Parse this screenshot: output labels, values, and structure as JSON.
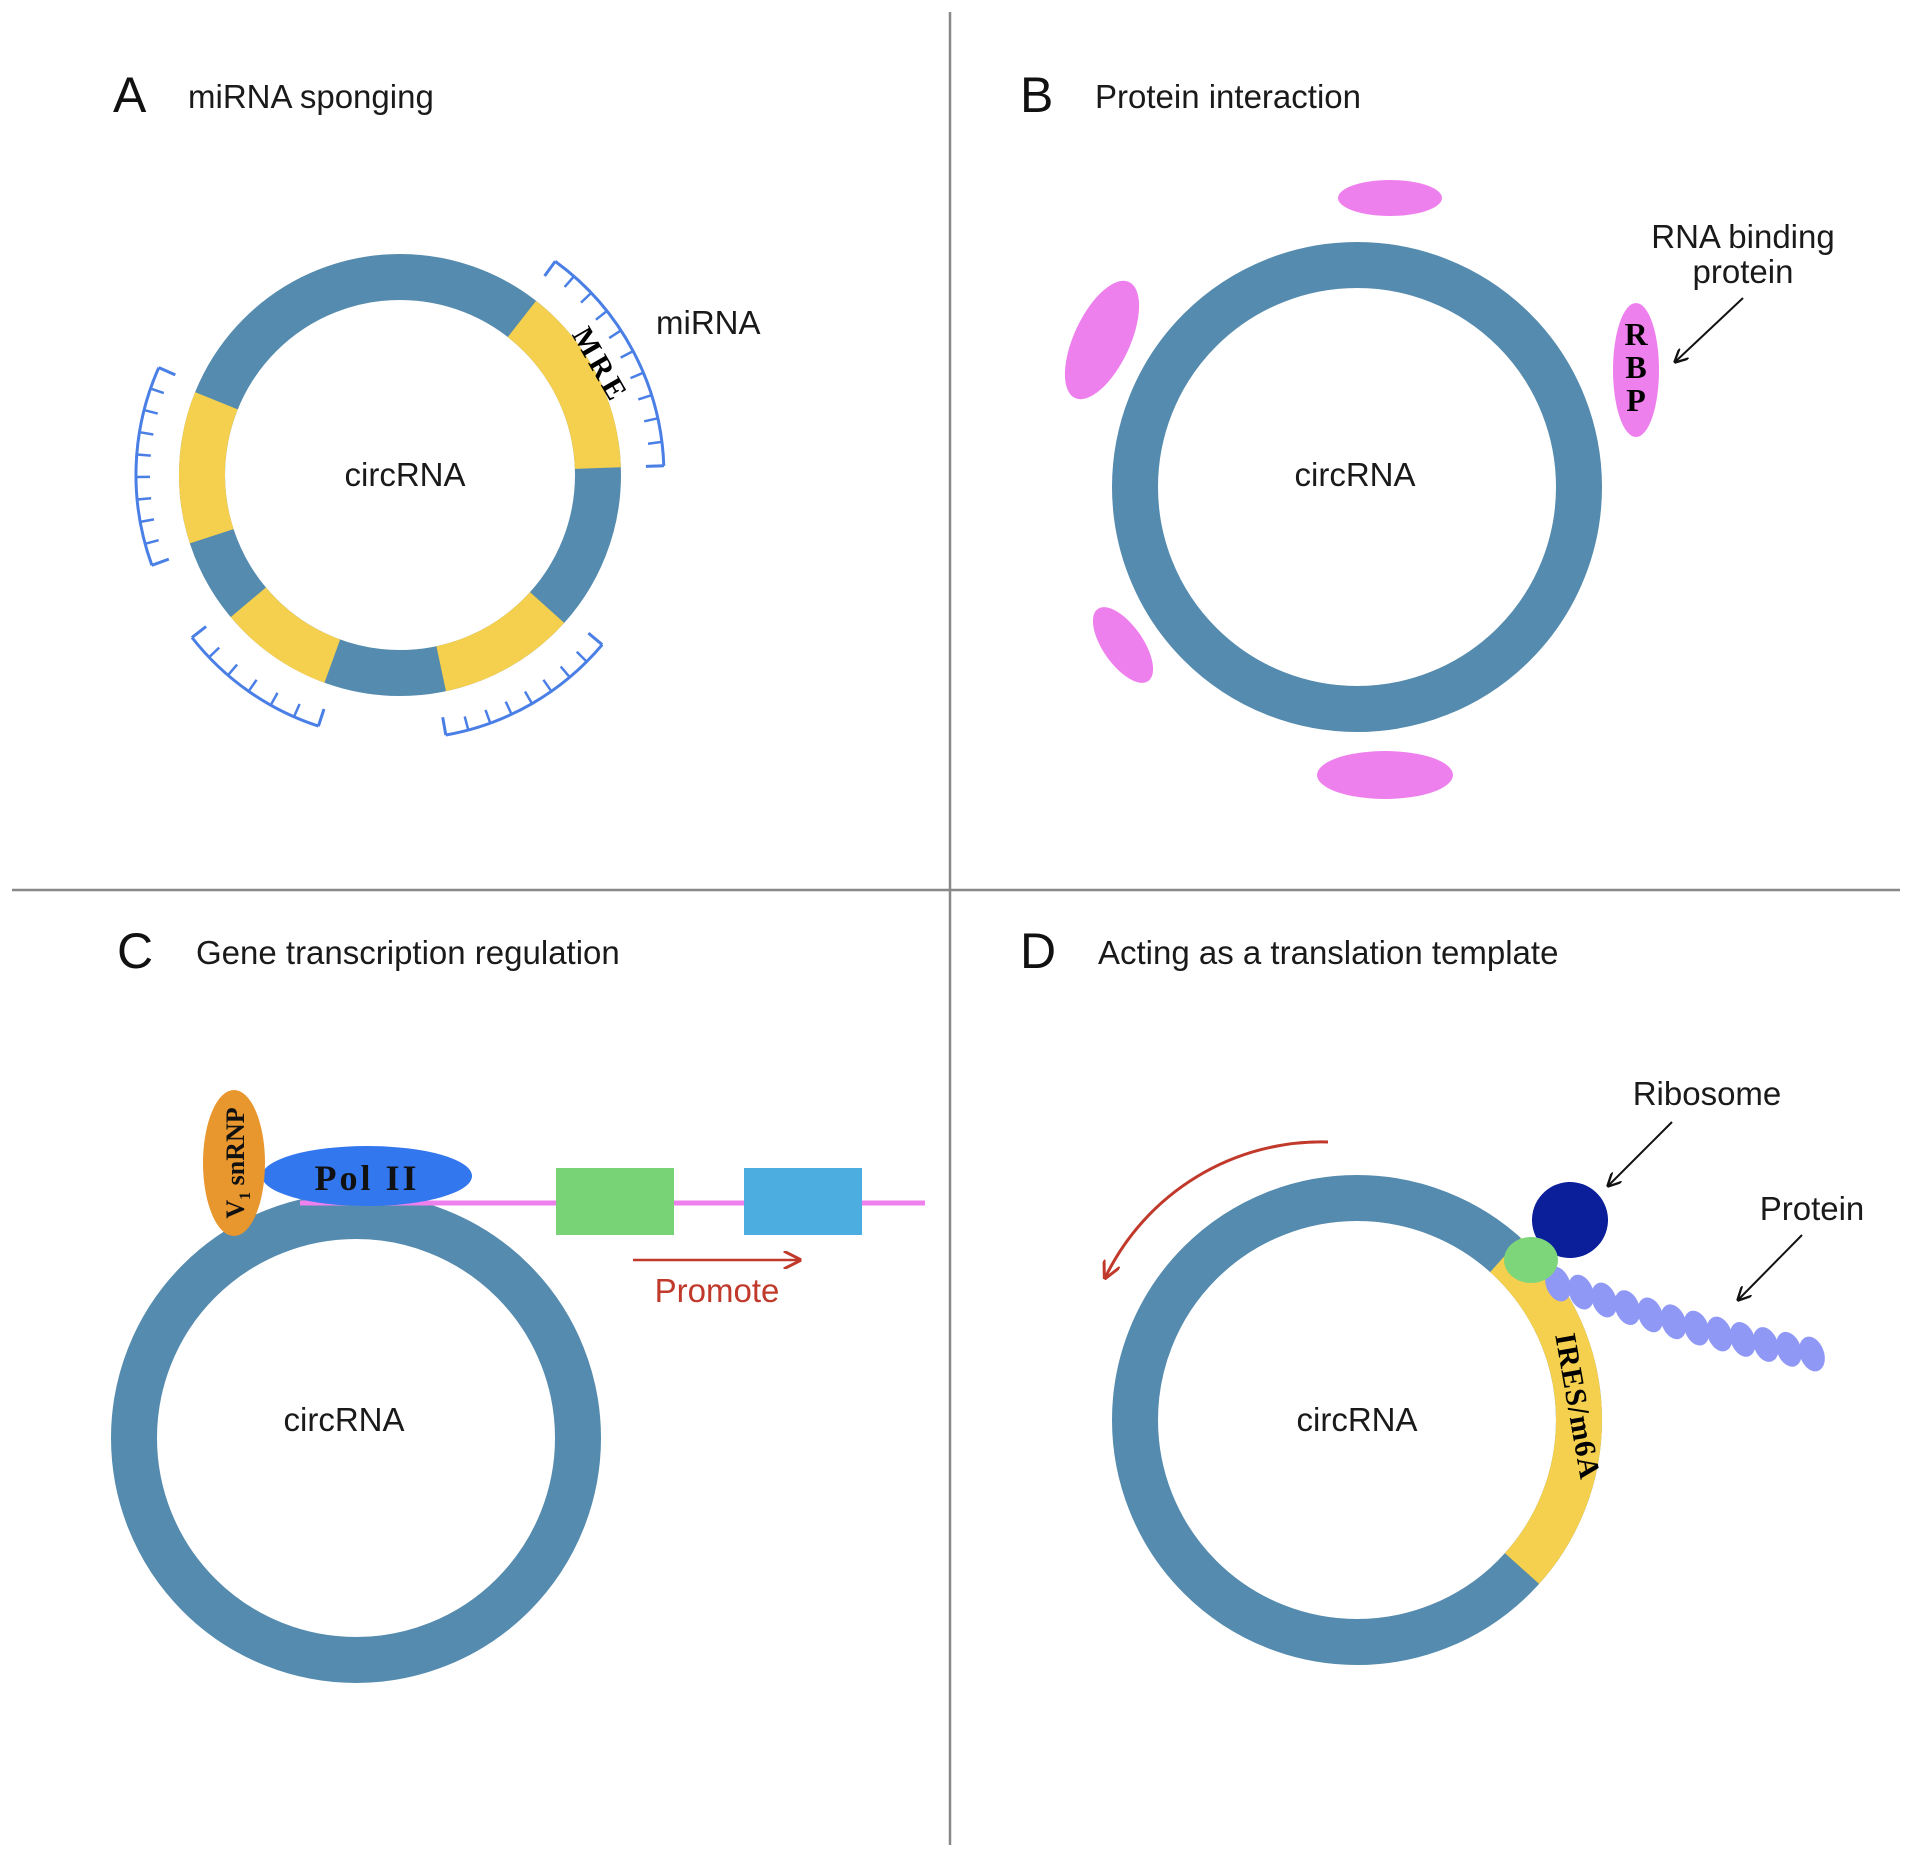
{
  "colors": {
    "ring": "#558bae",
    "segment": "#f5cf4e",
    "mirna": "#4a7fe6",
    "rbp": "#ee80ee",
    "pol": "#3377ee",
    "snrnp": "#e8962e",
    "dna_line": "#ee80ee",
    "box_green": "#78d377",
    "box_blue": "#4cade0",
    "promote": "#c0392b",
    "ribosome": "#0a1f99",
    "ribosome_small": "#7ed67a",
    "protein_bead": "#8f98f5",
    "divider": "#888888"
  },
  "panels": {
    "a": {
      "letter": "A",
      "title": "miRNA sponging",
      "center": "circRNA",
      "mre": "MRE",
      "mirna": "miRNA"
    },
    "b": {
      "letter": "B",
      "title": "Protein interaction",
      "center": "circRNA",
      "rbp_line1": "RNA binding",
      "rbp_line2": "protein",
      "rbp_r": "R",
      "rbp_b": "B",
      "rbp_p": "P"
    },
    "c": {
      "letter": "C",
      "title": "Gene transcription regulation",
      "center": "circRNA",
      "pol": "Pol II",
      "snrnp_v": "V",
      "snrnp_sub": "1",
      "snrnp_rest": " snRNP",
      "promote": "Promote"
    },
    "d": {
      "letter": "D",
      "title": "Acting as a translation template",
      "center": "circRNA",
      "ribosome": "Ribosome",
      "protein": "Protein",
      "ires": "IRES/m6A"
    }
  }
}
